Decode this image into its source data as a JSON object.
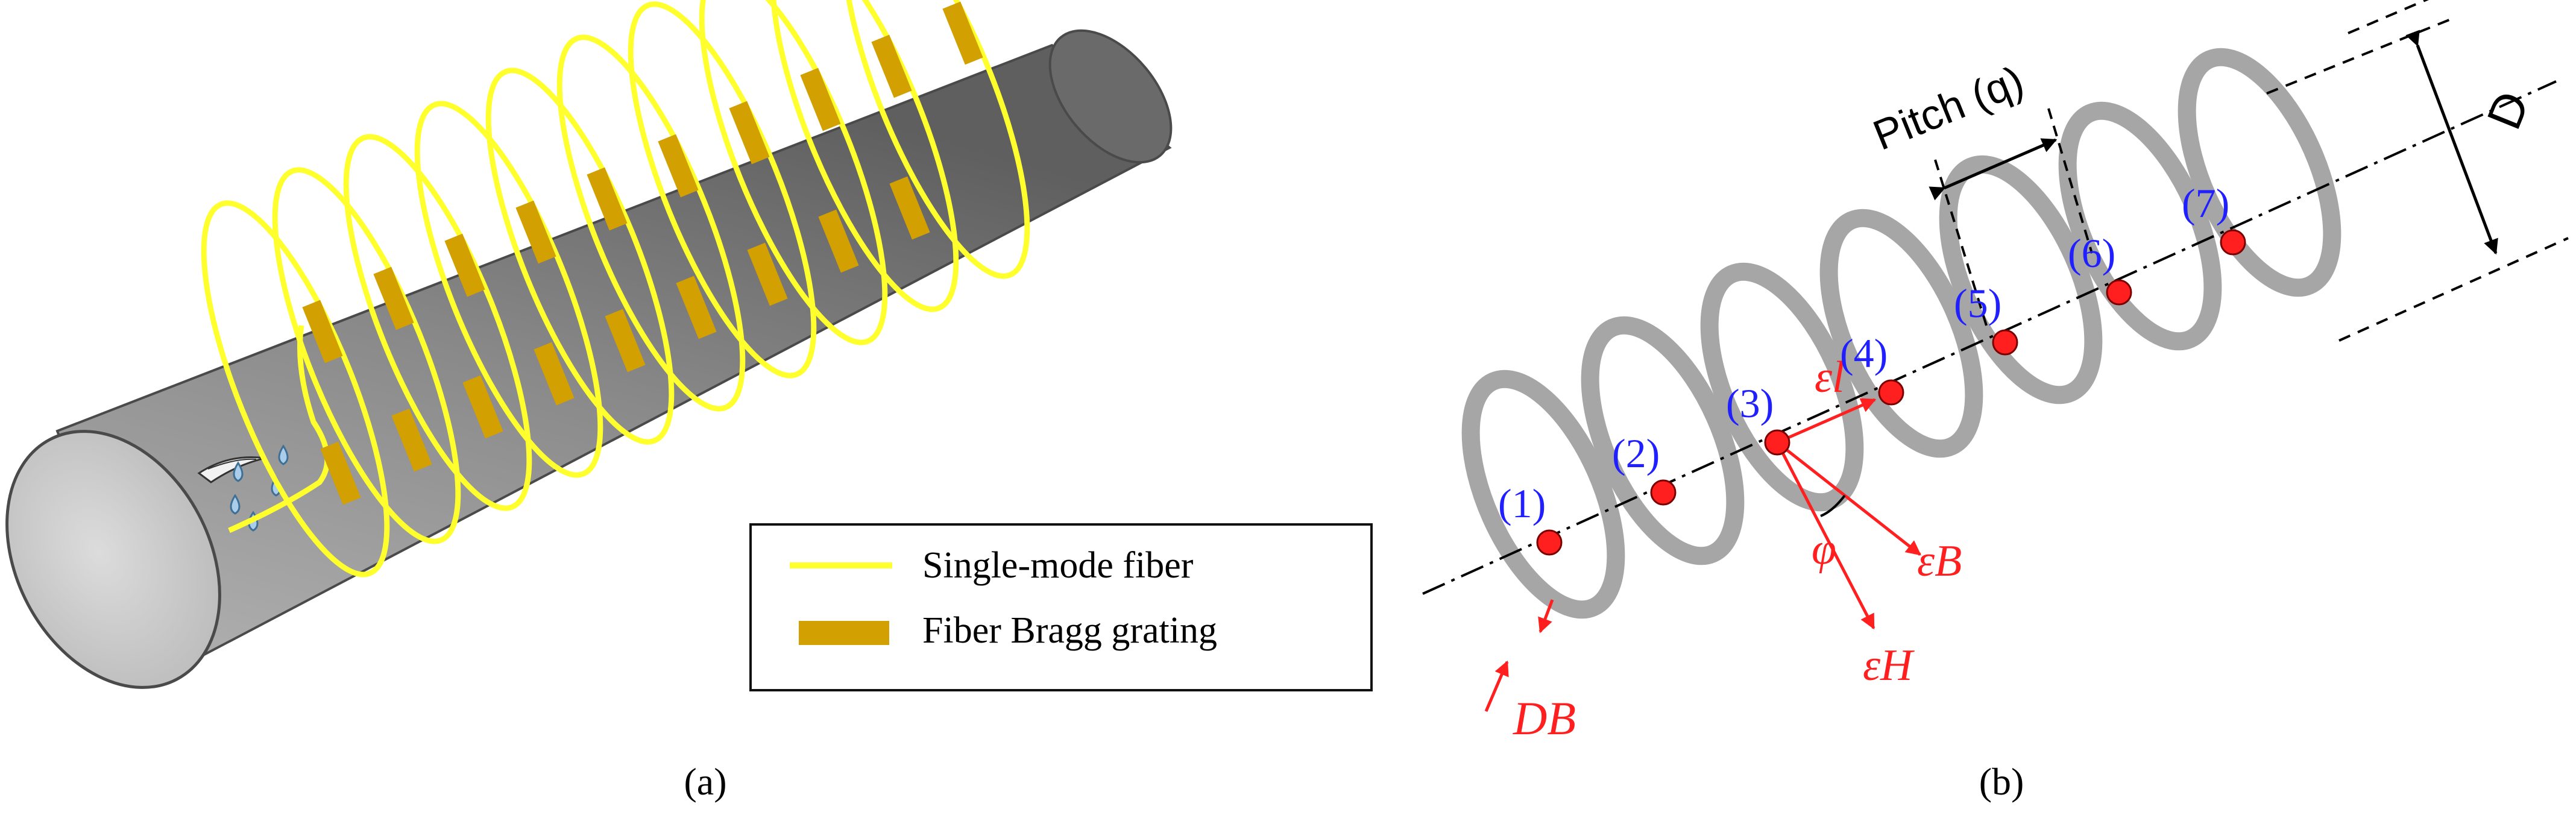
{
  "panel_a": {
    "caption": "(a)",
    "legend": {
      "fiber_label": "Single-mode fiber",
      "fbg_label": "Fiber Bragg grating"
    }
  },
  "panel_b": {
    "caption": "(b)",
    "pitch_label": "Pitch (q)",
    "diameter_label": "D",
    "points": [
      "(1)",
      "(2)",
      "(3)",
      "(4)",
      "(5)",
      "(6)",
      "(7)"
    ],
    "strain_labels": {
      "epsilon_l": "εl",
      "epsilon_B": "εB",
      "epsilon_H": "εH",
      "phi": "φ",
      "fiber_diameter": "DB"
    }
  },
  "colors": {
    "pipe_body": "#7f7f7f",
    "pipe_end": "#c9c9c9",
    "fiber": "#ffff2e",
    "fbg": "#d2a000",
    "helix": "#a6a6a6",
    "point_label": "#1f1fff",
    "strain": "#ff1f1f"
  }
}
